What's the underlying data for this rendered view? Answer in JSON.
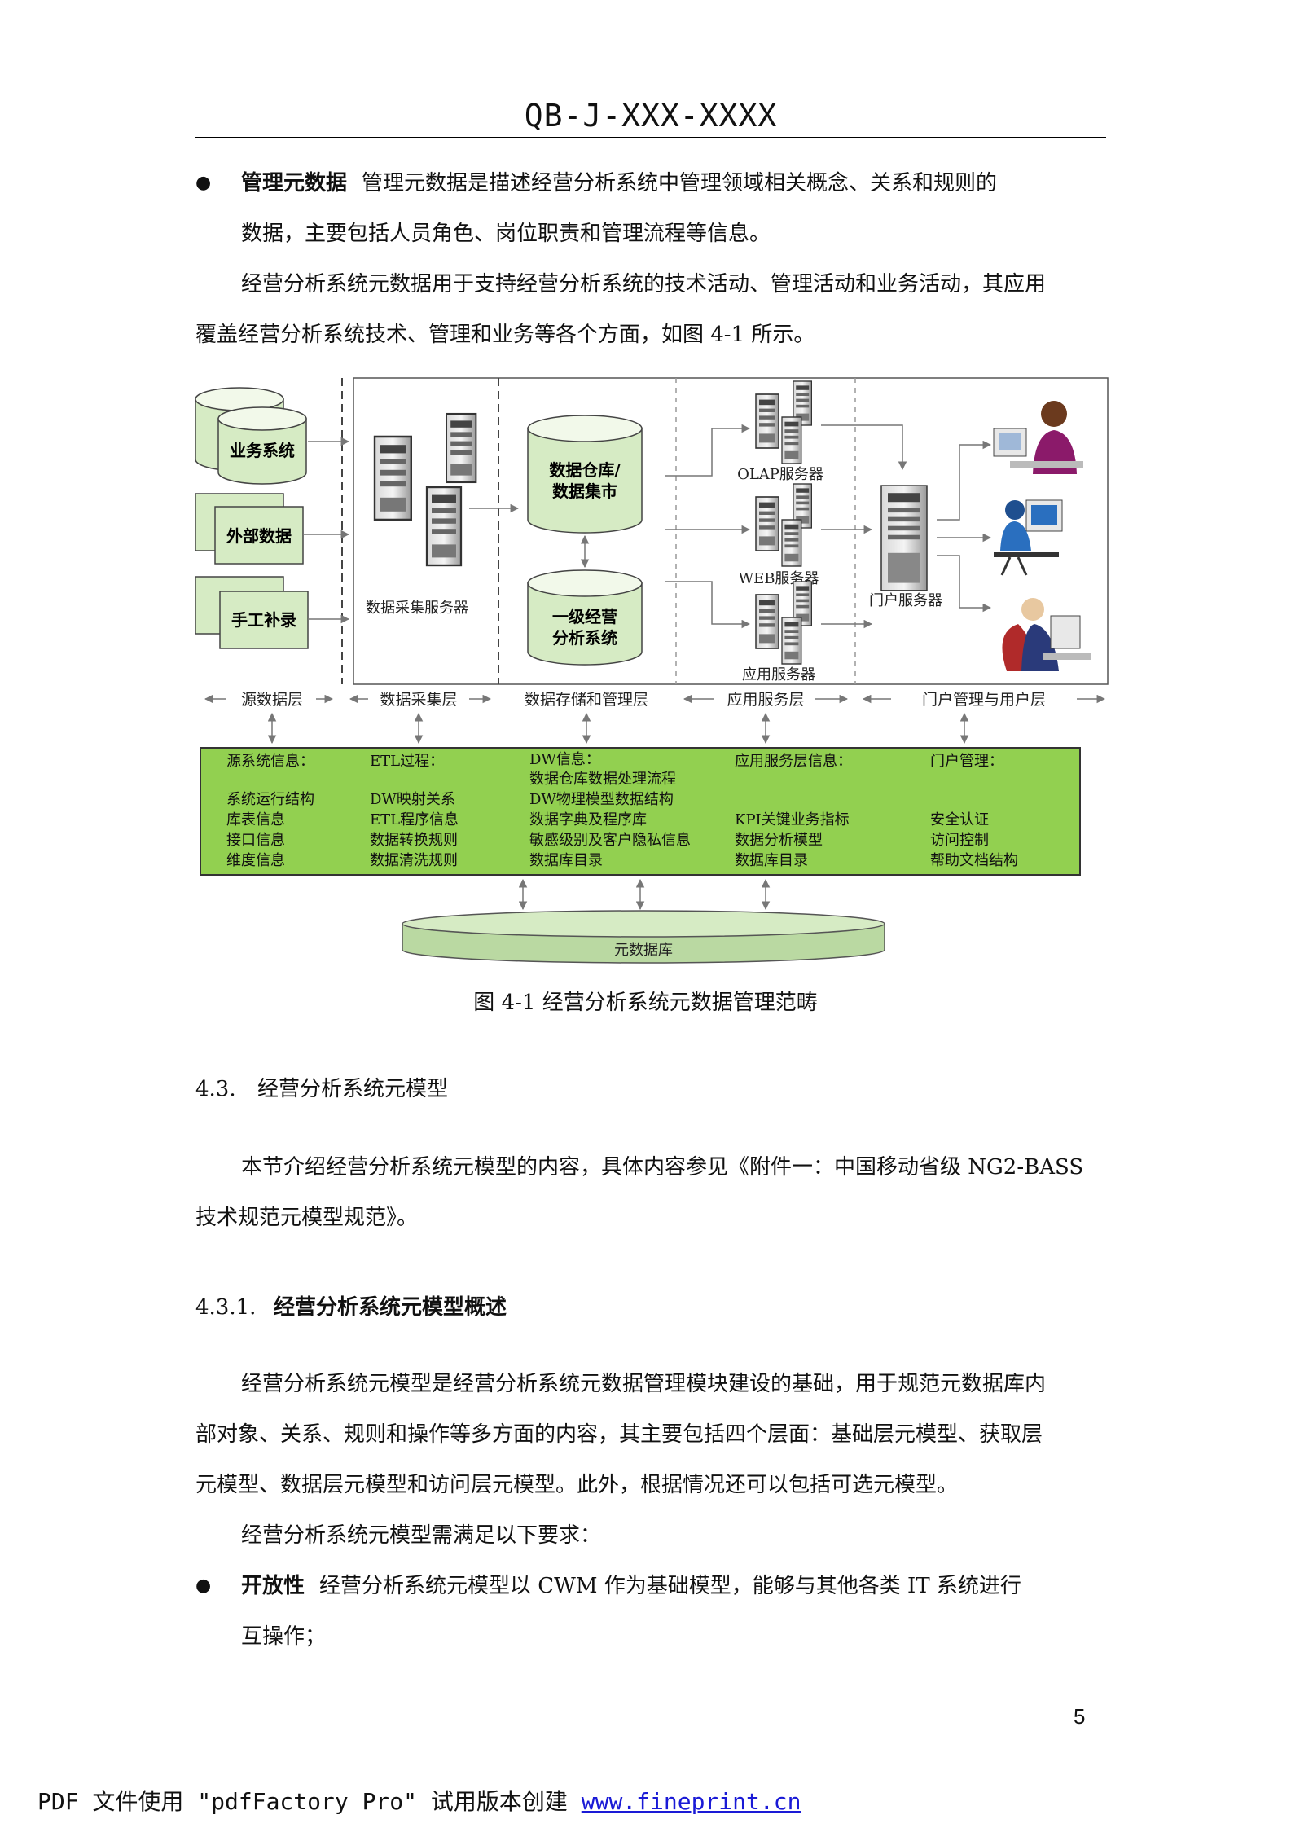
{
  "header": {
    "doc_code": "QB-J-XXX-XXXX"
  },
  "bullet_mgmt": {
    "term": "管理元数据",
    "line1": "管理元数据是描述经营分析系统中管理领域相关概念、关系和规则的",
    "line2": "数据，主要包括人员角色、岗位职责和管理流程等信息。"
  },
  "intro": {
    "line1": "经营分析系统元数据用于支持经营分析系统的技术活动、管理活动和业务活动，其应用",
    "line2": "覆盖经营分析系统技术、管理和业务等各个方面，如图 4-1 所示。"
  },
  "diagram": {
    "sources": [
      "业务系统",
      "外部数据",
      "手工补录"
    ],
    "servers": {
      "collect": "数据采集服务器",
      "olap": "OLAP服务器",
      "web": "WEB服务器",
      "app": "应用服务器",
      "portal": "门户服务器"
    },
    "db": {
      "dw_line1": "数据仓库/",
      "dw_line2": "数据集市",
      "ea_line1": "一级经营",
      "ea_line2": "分析系统"
    },
    "layers": [
      "源数据层",
      "数据采集层",
      "数据存储和管理层",
      "应用服务层",
      "门户管理与用户层"
    ],
    "meta_cols": [
      {
        "title": "源系统信息：",
        "items": [
          "系统运行结构",
          "库表信息",
          "接口信息",
          "维度信息"
        ]
      },
      {
        "title": "ETL过程：",
        "items": [
          "DW映射关系",
          "ETL程序信息",
          "数据转换规则",
          "数据清洗规则"
        ]
      },
      {
        "title": "DW信息：",
        "items": [
          "数据仓库数据处理流程",
          "DW物理模型数据结构",
          "数据字典及程序库",
          "敏感级别及客户隐私信息",
          "数据库目录"
        ]
      },
      {
        "title": "应用服务层信息：",
        "items": [
          "KPI关键业务指标",
          "数据分析模型",
          "数据库目录"
        ]
      },
      {
        "title": "门户管理：",
        "items": [
          "安全认证",
          "访问控制",
          "帮助文档结构"
        ]
      }
    ],
    "meta_db": "元数据库",
    "colors": {
      "green": "#92d050",
      "cyl_top": "#f2f9ea",
      "cyl_body": "#d6ebc4",
      "base_body": "#bad9a2"
    }
  },
  "figure_caption": "图 4-1 经营分析系统元数据管理范畴",
  "section_4_3": {
    "num": "4.3.",
    "title": "经营分析系统元模型"
  },
  "para_4_3": {
    "line1": "本节介绍经营分析系统元模型的内容，具体内容参见《附件一：中国移动省级 NG2-BASS",
    "line2": "技术规范元模型规范》。"
  },
  "section_4_3_1": {
    "num": "4.3.1.",
    "title": "经营分析系统元模型概述"
  },
  "para_4_3_1": {
    "line1": "经营分析系统元模型是经营分析系统元数据管理模块建设的基础，用于规范元数据库内",
    "line2": "部对象、关系、规则和操作等多方面的内容，其主要包括四个层面：基础层元模型、获取层",
    "line3": "元模型、数据层元模型和访问层元模型。此外，根据情况还可以包括可选元模型。"
  },
  "para_req": "经营分析系统元模型需满足以下要求：",
  "bullet_open": {
    "term": "开放性",
    "line1": "经营分析系统元模型以 CWM 作为基础模型，能够与其他各类 IT 系统进行",
    "line2": "互操作；"
  },
  "page_number": "5",
  "footer": {
    "text": "PDF 文件使用 \"pdfFactory Pro\" 试用版本创建 ",
    "link": "www.fineprint.cn"
  }
}
